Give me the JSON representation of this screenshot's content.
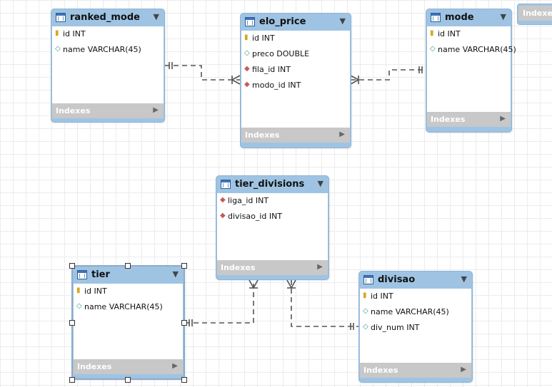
{
  "tables": {
    "ranked_mode": {
      "title": "ranked_mode",
      "columns": [
        {
          "icon": "primary-key-icon",
          "text": "id INT"
        },
        {
          "icon": "column-icon",
          "text": "name VARCHAR(45)"
        }
      ],
      "footer": "Indexes"
    },
    "elo_price": {
      "title": "elo_price",
      "columns": [
        {
          "icon": "primary-key-icon",
          "text": "id INT"
        },
        {
          "icon": "column-icon",
          "text": "preco DOUBLE"
        },
        {
          "icon": "foreign-key-icon",
          "text": "fila_id INT"
        },
        {
          "icon": "foreign-key-icon",
          "text": "modo_id INT"
        }
      ],
      "footer": "Indexes"
    },
    "mode": {
      "title": "mode",
      "columns": [
        {
          "icon": "primary-key-icon",
          "text": "id INT"
        },
        {
          "icon": "column-icon",
          "text": "name VARCHAR(45)"
        }
      ],
      "footer": "Indexes"
    },
    "tier_divisions": {
      "title": "tier_divisions",
      "columns": [
        {
          "icon": "foreign-key-icon",
          "text": "liga_id INT"
        },
        {
          "icon": "foreign-key-icon",
          "text": "divisao_id INT"
        }
      ],
      "footer": "Indexes"
    },
    "tier": {
      "title": "tier",
      "columns": [
        {
          "icon": "primary-key-icon",
          "text": "id INT"
        },
        {
          "icon": "column-icon",
          "text": "name VARCHAR(45)"
        }
      ],
      "footer": "Indexes"
    },
    "divisao": {
      "title": "divisao",
      "columns": [
        {
          "icon": "primary-key-icon",
          "text": "id INT"
        },
        {
          "icon": "column-icon",
          "text": "name VARCHAR(45)"
        },
        {
          "icon": "column-icon",
          "text": "div_num INT"
        }
      ],
      "footer": "Indexes"
    }
  },
  "offscreen_table_footer": "Indexes",
  "colors": {
    "header": "#9fc4e3",
    "footer": "#c8c8c8",
    "connector": "#555555"
  }
}
